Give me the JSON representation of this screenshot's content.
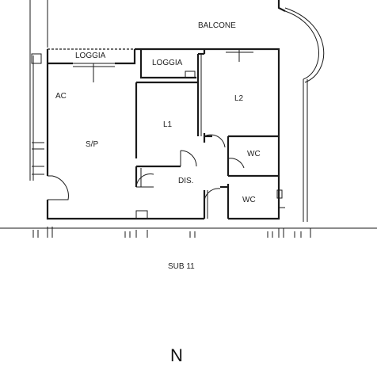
{
  "rooms": {
    "balcone": "BALCONE",
    "loggia_left": "LOGGIA",
    "loggia_right": "LOGGIA",
    "ac": "AC",
    "sp": "S/P",
    "l1": "L1",
    "l2": "L2",
    "wc_top": "WC",
    "wc_bottom": "WC",
    "dis": "DIS."
  },
  "unit_label": "SUB 11",
  "north_label": "N"
}
